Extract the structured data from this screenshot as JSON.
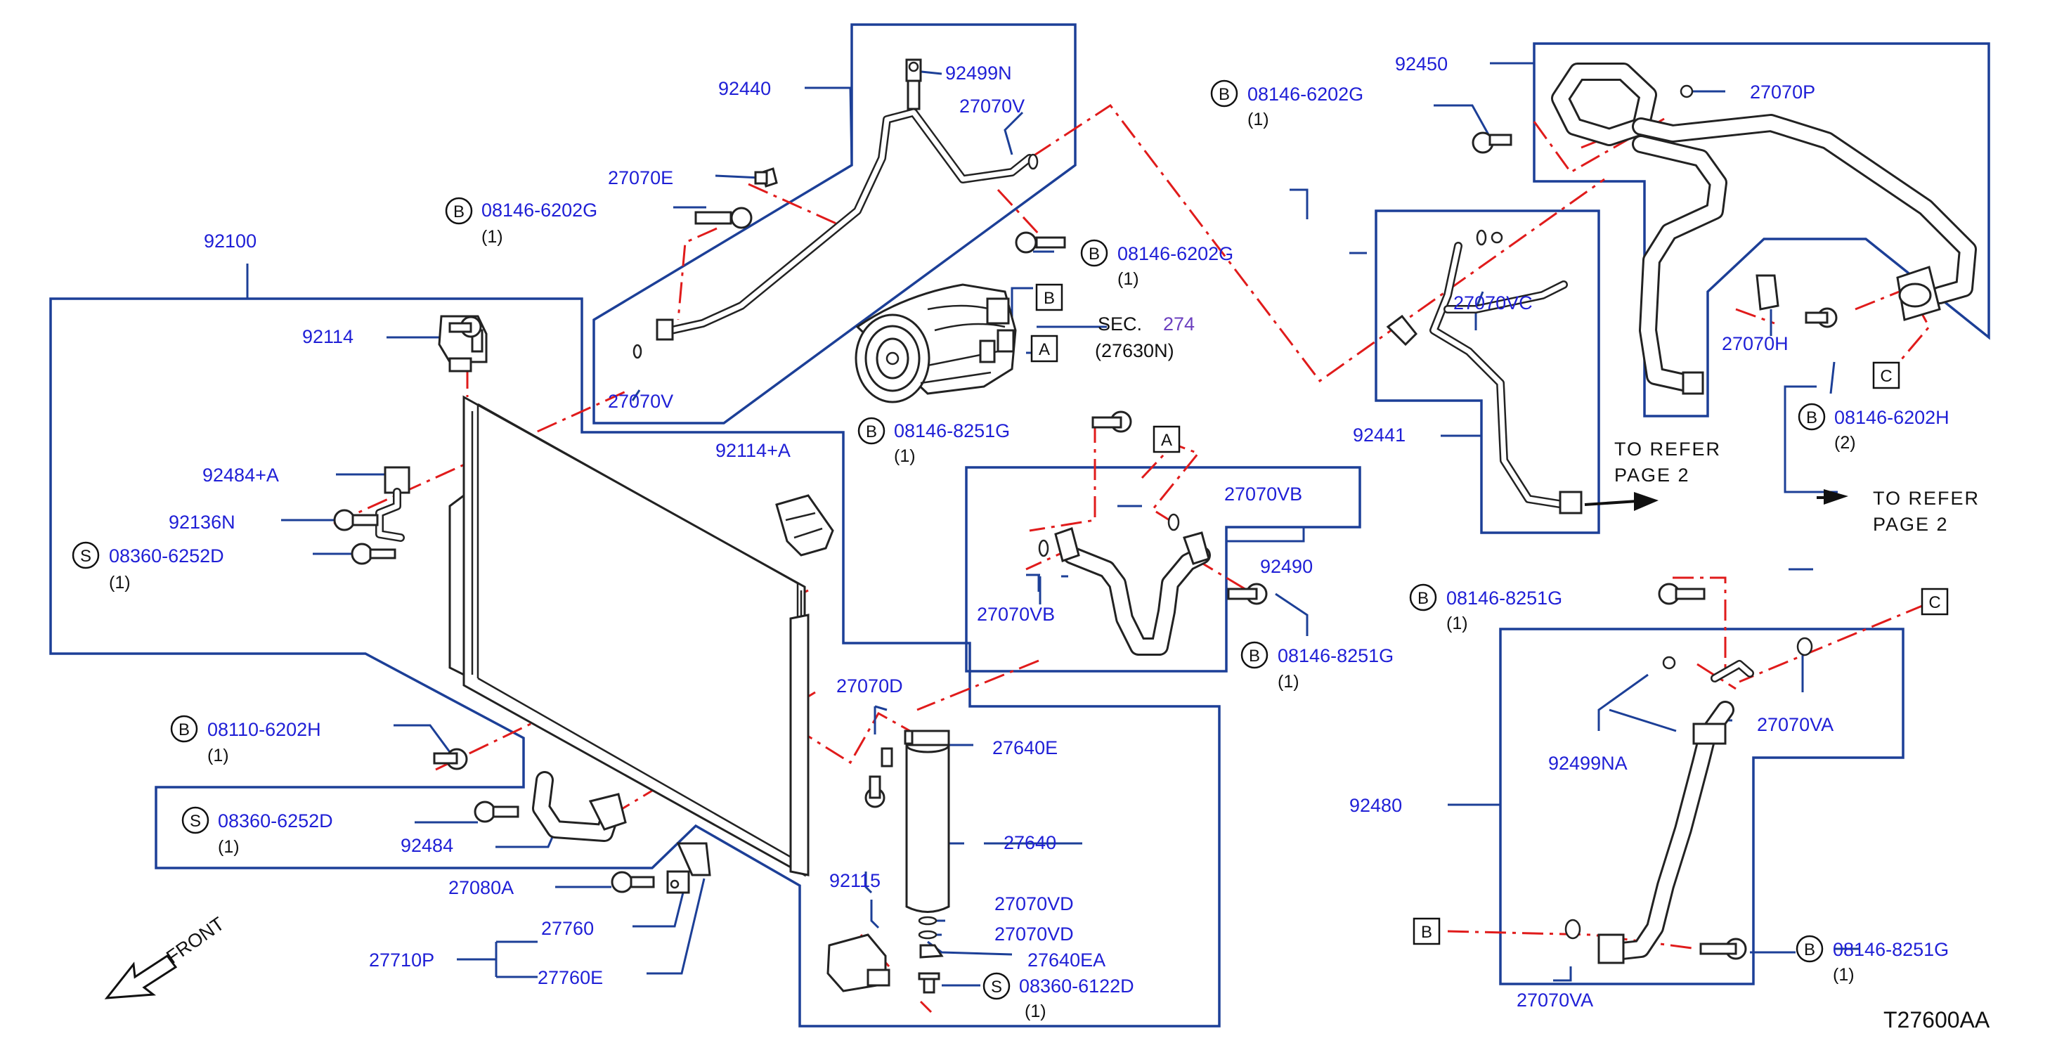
{
  "colors": {
    "part_number": "#1f1fd6",
    "group_outline": "#1c3f97",
    "connection_line": "#e01b1b",
    "ink": "#222222"
  },
  "diagram_code": "T27600AA",
  "front_label": "FRONT",
  "bolt_prefix": "B",
  "screw_prefix": "S",
  "labels": {
    "p92100": "92100",
    "p92114": "92114",
    "p92484A": "92484+A",
    "p92136N": "92136N",
    "p92114A": "92114+A",
    "p92484": "92484",
    "p27080A": "27080A",
    "p27760": "27760",
    "p27710P": "27710P",
    "p27760E": "27760E",
    "p92440": "92440",
    "p92499N": "92499N",
    "p27070V_a": "27070V",
    "p27070E": "27070E",
    "p27070V_b": "27070V",
    "p27070D": "27070D",
    "p27640E": "27640E",
    "p27640": "27640",
    "p92115": "92115",
    "p27070VD_a": "27070VD",
    "p27070VD_b": "27070VD",
    "p27640EA": "27640EA",
    "p27070VB_a": "27070VB",
    "p27070VB_b": "27070VB",
    "p92490": "92490",
    "p92450": "92450",
    "p27070P": "27070P",
    "p27070VC": "27070VC",
    "p27070H": "27070H",
    "p92441": "92441",
    "p92480": "92480",
    "p92499NA": "92499NA",
    "p27070VA_a": "27070VA",
    "p27070VA_b": "27070VA"
  },
  "fasteners": {
    "f_6202G_top": {
      "part": "08146-6202G",
      "qty": "(1)"
    },
    "f_6202G_left": {
      "part": "08146-6202G",
      "qty": "(1)"
    },
    "f_6202G_mid": {
      "part": "08146-6202G",
      "qty": "(1)"
    },
    "f_8251G_comp": {
      "part": "08146-8251G",
      "qty": "(1)"
    },
    "f_6252D_a": {
      "part": "08360-6252D",
      "qty": "(1)"
    },
    "f_6202H_cond": {
      "part": "08110-6202H",
      "qty": "(1)"
    },
    "f_6252D_b": {
      "part": "08360-6252D",
      "qty": "(1)"
    },
    "f_8251G_92490": {
      "part": "08146-8251G",
      "qty": "(1)"
    },
    "f_6202H_right": {
      "part": "08146-6202H",
      "qty": "(2)"
    },
    "f_8251G_upper": {
      "part": "08146-8251G",
      "qty": "(1)"
    },
    "f_8251G_lower": {
      "part": "08146-8251G",
      "qty": "(1)"
    },
    "f_6122D": {
      "part": "08360-6122D",
      "qty": "(1)"
    }
  },
  "section_ref": {
    "prefix": "SEC.",
    "number": "274",
    "sub": "(27630N)"
  },
  "callouts": {
    "A": "A",
    "B": "B",
    "C": "C"
  },
  "refer_notes": {
    "mid": {
      "line1": "TO  REFER",
      "line2": "PAGE  2"
    },
    "right": {
      "line1": "TO  REFER",
      "line2": "PAGE  2"
    }
  }
}
